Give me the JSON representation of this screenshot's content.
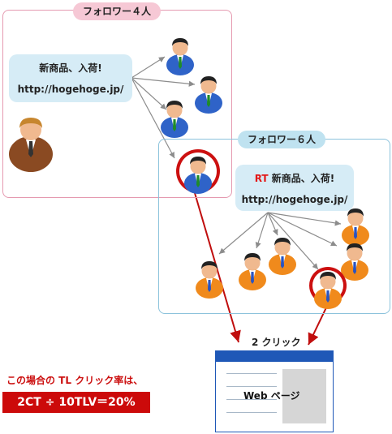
{
  "group1": {
    "label": "フォロワー４人"
  },
  "group2": {
    "label": "フォロワー６人"
  },
  "original_tweet": {
    "line1": "新商品、入荷!",
    "line2": "http://hogehoge.jp/"
  },
  "retweet": {
    "rt": "RT",
    "line1": "新商品、入荷!",
    "line2": "http://hogehoge.jp/"
  },
  "clicks_label": "2 クリック",
  "webpage": {
    "label": "Web ページ"
  },
  "formula": {
    "caption": "この場合の TL クリック率は、",
    "expression": "2CT ÷ 10TLV＝20%"
  },
  "colors": {
    "sender_suit": "brown",
    "follower_suit": "blue",
    "follower2_suit": "orange",
    "highlight": "#cc1010"
  }
}
